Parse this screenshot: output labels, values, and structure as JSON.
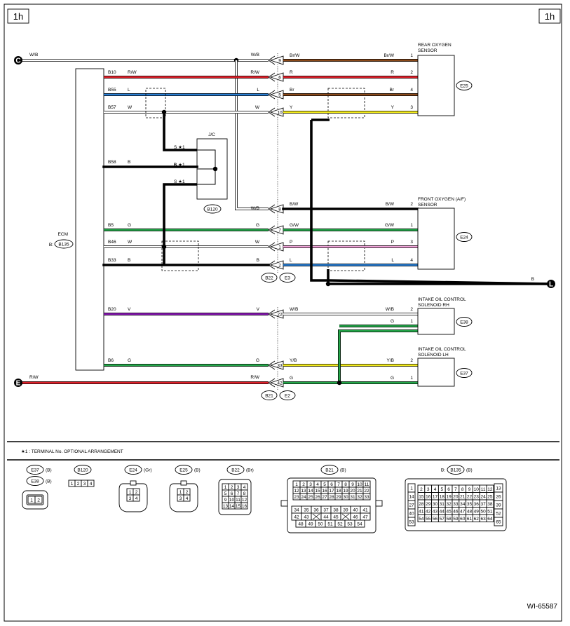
{
  "page": {
    "code": "1h",
    "figure_id": "WI-65587"
  },
  "colors": {
    "W": "#ffffff",
    "R": "#e0202a",
    "L": "#2a7fd4",
    "B": "#000000",
    "G": "#24a84a",
    "V": "#8a1ab5",
    "Br": "#8b4a1a",
    "Y": "#f2ea1c",
    "P": "#f0a3d8",
    "line": "#000000"
  },
  "ecm": {
    "name": "ECM",
    "connector_prefix": "B:",
    "connector": "B135"
  },
  "jc": {
    "name": "J/C",
    "connector": "B120",
    "pins": [
      "S ★1",
      "B ★1",
      "S ★1"
    ]
  },
  "off_page": [
    {
      "label": "C",
      "wire": "W/B"
    },
    {
      "label": "E",
      "wire": "R/W"
    },
    {
      "label": "L",
      "wire": "B"
    }
  ],
  "ecm_wires": [
    {
      "pin": "B10",
      "color": "R/W",
      "right": "R/W"
    },
    {
      "pin": "B55",
      "color": "L",
      "right": "L"
    },
    {
      "pin": "B57",
      "color": "W",
      "right": "W"
    },
    {
      "pin": "B58",
      "color": "B",
      "right": "B"
    },
    {
      "pin": "B5",
      "color": "G",
      "right": "G"
    },
    {
      "pin": "B46",
      "color": "W",
      "right": "W"
    },
    {
      "pin": "B33",
      "color": "B",
      "right": "B"
    },
    {
      "pin": "B20",
      "color": "V",
      "right": "V"
    },
    {
      "pin": "B6",
      "color": "G",
      "right": "G"
    }
  ],
  "left_wire_labels": [
    "W/B",
    "W/B",
    "R/W"
  ],
  "connectors": {
    "upper": [
      "B22",
      "E3"
    ],
    "lower": [
      "B21",
      "E2"
    ],
    "pins": [
      "9",
      "6",
      "5",
      "10",
      "8",
      "7",
      "1",
      "2",
      "22",
      "33",
      "42"
    ],
    "out_colors": [
      "Br/W",
      "R",
      "Br",
      "Y",
      "B/W",
      "G/W",
      "P",
      "L",
      "W/B",
      "Y/B",
      "G"
    ]
  },
  "components": [
    {
      "name1": "REAR OXYGEN",
      "name2": "SENSOR",
      "connector": "E25",
      "wires": [
        [
          "Br/W",
          "1"
        ],
        [
          "R",
          "2"
        ],
        [
          "Br",
          "4"
        ],
        [
          "Y",
          "3"
        ]
      ]
    },
    {
      "name1": "FRONT OXYGEN (A/F)",
      "name2": "SENSOR",
      "connector": "E24",
      "wires": [
        [
          "B/W",
          "2"
        ],
        [
          "G/W",
          "1"
        ],
        [
          "P",
          "3"
        ],
        [
          "L",
          "4"
        ]
      ]
    },
    {
      "name1": "INTAKE OIL CONTROL",
      "name2": "SOLENOID RH",
      "connector": "E38",
      "wires": [
        [
          "W/B",
          "2"
        ],
        [
          "G",
          "1"
        ]
      ]
    },
    {
      "name1": "INTAKE OIL CONTROL",
      "name2": "SOLENOID LH",
      "connector": "E37",
      "wires": [
        [
          "Y/B",
          "2"
        ],
        [
          "G",
          "1"
        ]
      ]
    }
  ],
  "footnote": "★1 : TERMINAL No. OPTIONAL ARRANGEMENT",
  "connector_views": [
    {
      "label": "E37",
      "color": "(B)"
    },
    {
      "label": "E38",
      "color": "(B)"
    },
    {
      "label": "B120",
      "color": ""
    },
    {
      "label": "E24",
      "color": "(Gr)"
    },
    {
      "label": "E25",
      "color": "(B)"
    },
    {
      "label": "B22",
      "color": "(Br)"
    },
    {
      "label": "B21",
      "color": "(B)"
    },
    {
      "label": "B135",
      "color": "(B)",
      "prefix": "B:"
    }
  ],
  "pin_sets": {
    "e3738": [
      "1",
      "2"
    ],
    "b120": [
      "1",
      "2",
      "3",
      "4"
    ],
    "e2425": [
      "1",
      "2",
      "3",
      "4"
    ],
    "b22": [
      "1",
      "2",
      "3",
      "4",
      "5",
      "6",
      "7",
      "8",
      "9",
      "10",
      "11",
      "12",
      "13",
      "14",
      "15",
      "16"
    ],
    "b21_rows": [
      [
        "1",
        "2",
        "3",
        "4",
        "5",
        "6",
        "7",
        "8",
        "9",
        "10",
        "11"
      ],
      [
        "12",
        "13",
        "14",
        "15",
        "16",
        "17",
        "18",
        "19",
        "20",
        "21",
        "22"
      ],
      [
        "23",
        "24",
        "25",
        "26",
        "27",
        "28",
        "29",
        "30",
        "31",
        "32",
        "33"
      ],
      [
        "34",
        "35",
        "36",
        "37",
        "38",
        "39",
        "40",
        "41"
      ],
      [
        "42",
        "43",
        "",
        "44",
        "45",
        "",
        "46",
        "47"
      ],
      [
        "48",
        "49",
        "50",
        "51",
        "52",
        "53",
        "54"
      ]
    ],
    "b135_left": [
      "1",
      "14",
      "27",
      "40",
      "53"
    ],
    "b135_right": [
      "13",
      "26",
      "39",
      "52",
      "65"
    ],
    "b135_rows": [
      [
        "2",
        "3",
        "4",
        "5",
        "6",
        "7",
        "8",
        "9",
        "10",
        "11",
        "12"
      ],
      [
        "15",
        "16",
        "17",
        "18",
        "19",
        "20",
        "21",
        "22",
        "23",
        "24",
        "25"
      ],
      [
        "28",
        "29",
        "30",
        "31",
        "32",
        "33",
        "34",
        "35",
        "36",
        "37",
        "38"
      ],
      [
        "41",
        "42",
        "43",
        "44",
        "45",
        "46",
        "47",
        "48",
        "49",
        "50",
        "51"
      ],
      [
        "54",
        "55",
        "56",
        "57",
        "58",
        "59",
        "60",
        "61",
        "62",
        "63",
        "64"
      ]
    ]
  }
}
